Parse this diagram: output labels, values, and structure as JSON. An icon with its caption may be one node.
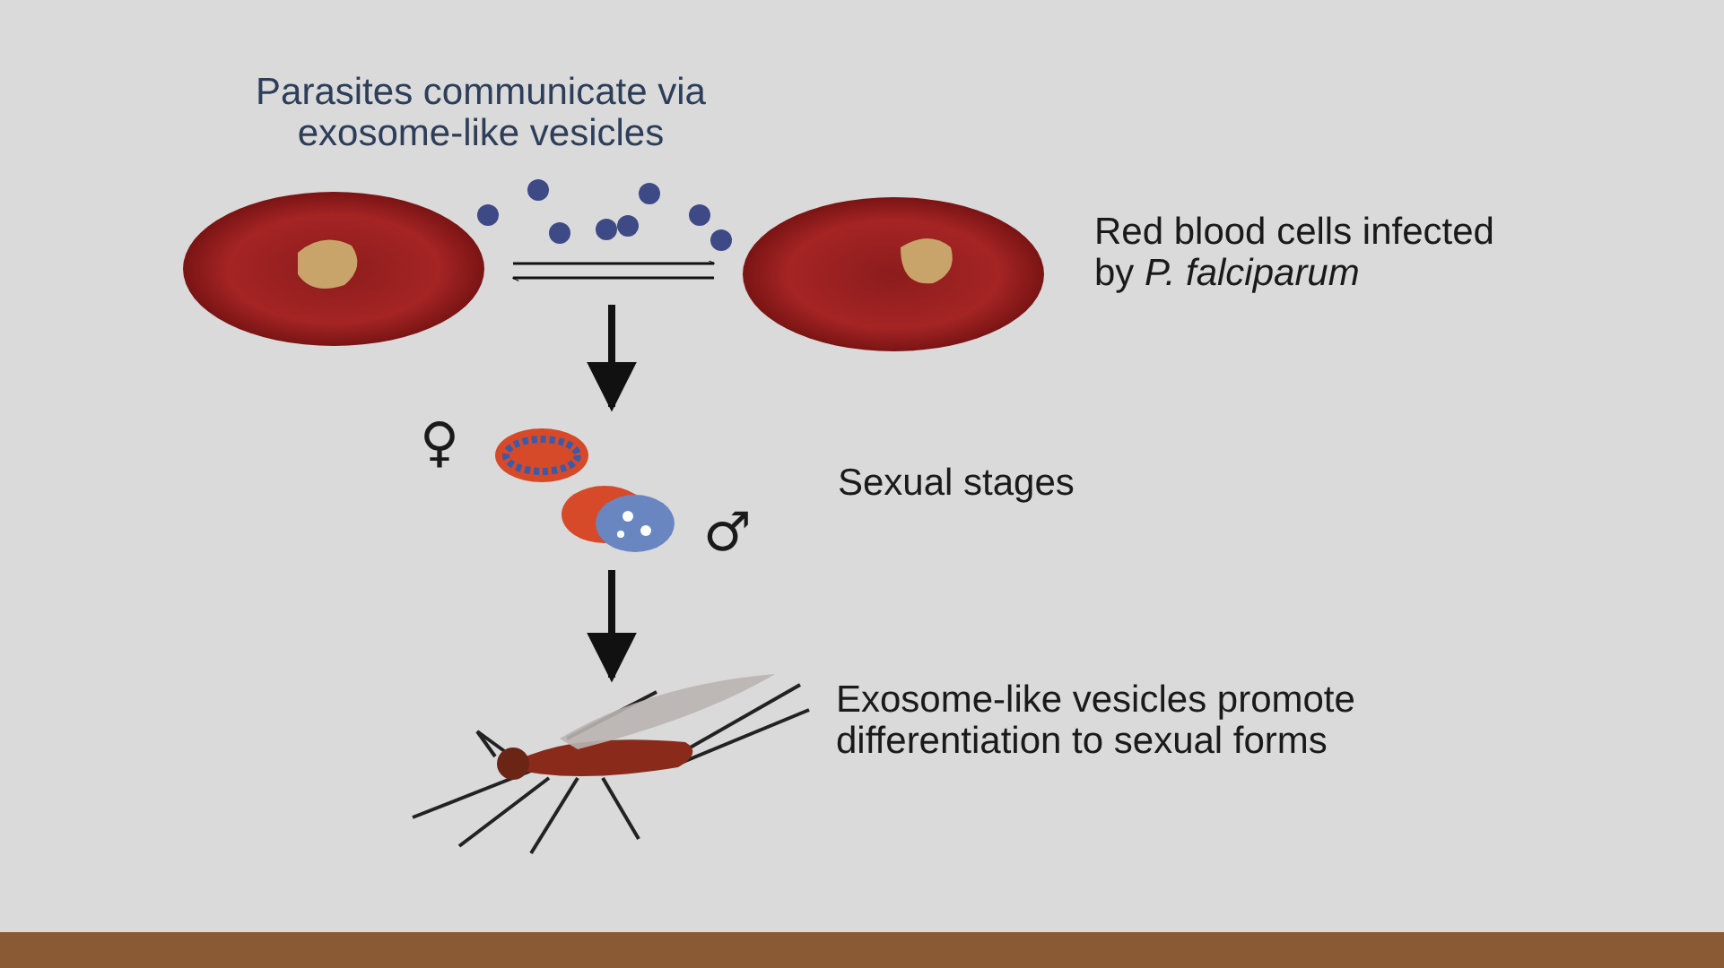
{
  "diagram": {
    "nodes": [
      {
        "text": [],
        "shape": "picture"
      },
      {
        "text": [],
        "shape": "picture"
      },
      {
        "text": [],
        "shape": "picture"
      },
      {
        "text": [],
        "shape": "picture"
      }
    ],
    "edges": [
      {
        "from": 0,
        "to": 1,
        "arrow": "to"
      },
      {
        "from": 1,
        "to": 0,
        "arrow": "to"
      },
      {
        "from": null,
        "to": 2,
        "arrow": "to",
        "style": "thick"
      },
      {
        "from": 2,
        "to": 3,
        "arrow": "to",
        "style": "thick"
      }
    ],
    "labels": [
      "Parasites communicate via exosome-like vesicles",
      "Red blood cells infected by *P. falciparum*",
      "♀",
      "Sexual stages",
      "♂",
      "Exosome-like vesicles promote differentiation to sexual forms"
    ]
  }
}
